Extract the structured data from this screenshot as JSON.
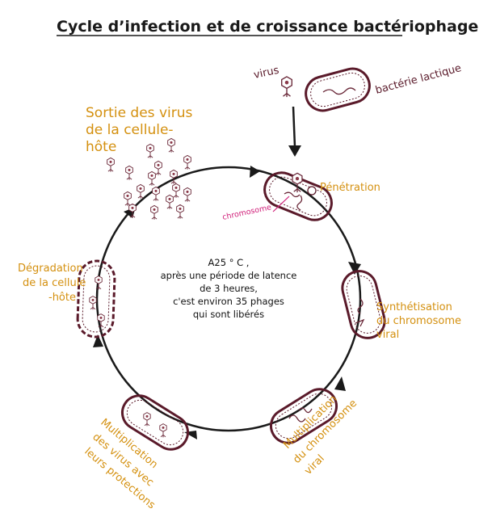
{
  "title": "Cycle d’infection et de croissance bactériophage",
  "labels": {
    "virus": "virus",
    "bacterie": "bactérie lactique",
    "penetration": "Pénétration",
    "chromosome": "chromosome",
    "synth_1": "Synthétisation",
    "synth_2": "du chromosome",
    "synth_3": "viral",
    "multchr_1": "Multiplication",
    "multchr_2": "du chromosome",
    "multchr_3": "viral",
    "multvir_1": "Multiplication",
    "multvir_2": "des virus avec",
    "multvir_3": "leurs protections",
    "degr_1": "Dégradation",
    "degr_2": "de la cellule",
    "degr_3": "-hôte",
    "sortie_1": "Sortie des virus",
    "sortie_2": "de la cellule-",
    "sortie_3": "hôte"
  },
  "center_note": {
    "line1": "A25 ° C ,",
    "line2": "après une période de latence",
    "line3": "de 3 heures,",
    "line4": "c'est environ 35  phages",
    "line5": "qui sont libérés"
  },
  "colors": {
    "stage_label": "#d4900f",
    "dark_label": "#5a1a2a",
    "chromosome_label": "#d0207a",
    "cell_outline": "#5a1a2a",
    "arrow": "#1a1a1a"
  },
  "icons": {
    "phage": "bacteriophage-icon",
    "cell": "bacterial-cell-icon",
    "arrow": "cycle-arrow-icon"
  }
}
